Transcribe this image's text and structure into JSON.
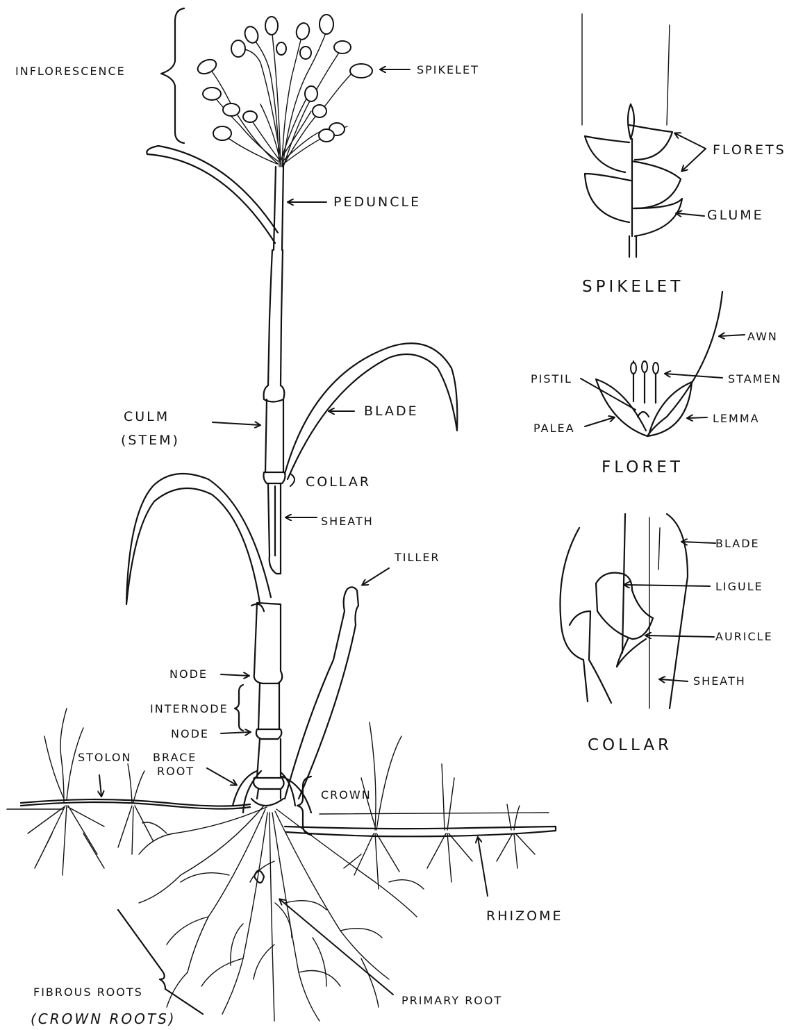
{
  "main_plant": {
    "inflorescence": "INFLORESCENCE",
    "spikelet": "SPIKELET",
    "peduncle": "PEDUNCLE",
    "culm": "CULM",
    "culm_sub": "(STEM)",
    "blade": "BLADE",
    "collar": "COLLAR",
    "sheath": "SHEATH",
    "tiller": "TILLER",
    "node_upper": "NODE",
    "internode": "INTERNODE",
    "node_lower": "NODE",
    "stolon": "STOLON",
    "brace_root_1": "BRACE",
    "brace_root_2": "ROOT",
    "crown": "CROWN",
    "rhizome": "RHIZOME",
    "primary_root": "PRIMARY ROOT",
    "fibrous_roots": "FIBROUS ROOTS",
    "crown_roots": "(CROWN ROOTS)"
  },
  "spikelet_detail": {
    "florets": "FLORETS",
    "glume": "GLUME",
    "title": "SPIKELET"
  },
  "floret_detail": {
    "awn": "AWN",
    "pistil": "PISTIL",
    "stamen": "STAMEN",
    "palea": "PALEA",
    "lemma": "LEMMA",
    "title": "FLORET"
  },
  "collar_detail": {
    "blade": "BLADE",
    "ligule": "LIGULE",
    "auricle": "AURICLE",
    "sheath": "SHEATH",
    "title": "COLLAR"
  }
}
